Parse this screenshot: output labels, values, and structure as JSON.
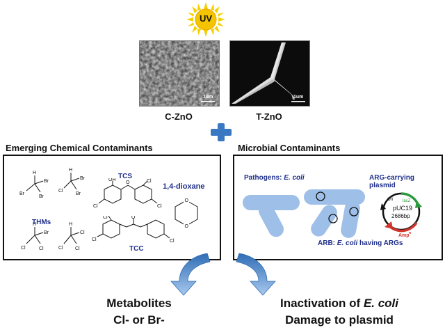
{
  "uv": {
    "label": "UV",
    "sun_color": "#f5c400",
    "ray_color": "#f5d000"
  },
  "samples": [
    {
      "name": "C-ZnO",
      "scale": "1um"
    },
    {
      "name": "T-ZnO",
      "scale": "1um"
    }
  ],
  "plus_color": "#3a78c2",
  "chemical": {
    "title": "Emerging Chemical Contaminants",
    "thms": "THMs",
    "tcs": "TCS",
    "dioxane": "1,4-dioxane",
    "tcc": "TCC",
    "atoms": {
      "H": "H",
      "Br": "Br",
      "Cl": "Cl",
      "OH": "OH",
      "O": "O"
    }
  },
  "microbial": {
    "title": "Microbial Contaminants",
    "pathogens_prefix": "Pathogens: ",
    "pathogens_species": "E. coli",
    "arg_plasmid": "ARG-carrying plasmid",
    "arb_prefix": "ARB: ",
    "arb_species": "E. coli",
    "arb_suffix": " having ARGs",
    "plasmid": {
      "name": "pUC19",
      "size": "2686bp",
      "ori": "Ori",
      "lacz": "lacZ",
      "amp": "Amp",
      "amp_sup": "R"
    }
  },
  "colors": {
    "navy": "#1f2f8a",
    "bacteria": "#9ebfe8",
    "arrow_blue": "#2f6db5",
    "lacz_green": "#2c9a3c",
    "amp_red": "#d2342b"
  },
  "results": {
    "left_line1": "Metabolites",
    "left_line2": "Cl- or Br-",
    "right_line1_prefix": "Inactivation of ",
    "right_line1_species": "E. coli",
    "right_line2": "Damage to plasmid"
  }
}
